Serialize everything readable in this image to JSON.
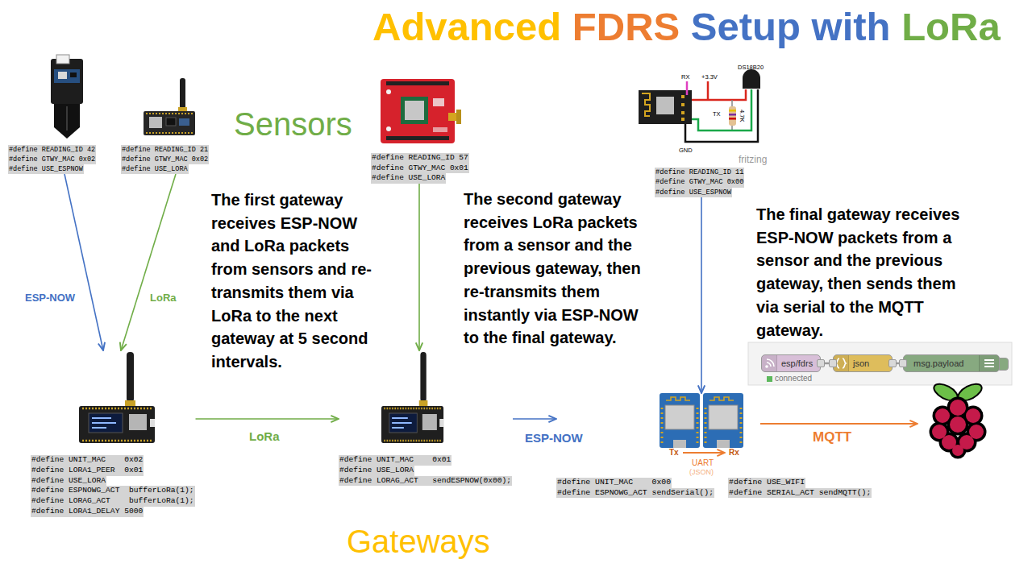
{
  "diagram": {
    "title": "Advanced FDRS Setup with LoRa",
    "nodes": [
      {
        "text": [
          "#define READING_ID 42",
          "#define GTWY_MAC 0x02",
          "#define USE_ESPNOW"
        ]
      },
      {
        "text": [
          "#define READING_ID 21",
          "#define GTWY_MAC 0x02",
          "#define USE_LORA"
        ]
      },
      {
        "text": [
          "#define READING_ID 57",
          "#define GTWY_MAC 0x01",
          "#define USE_LORA"
        ]
      },
      {
        "text": [
          "#define READING_ID 11",
          "#define GTWY_MAC 0x00",
          "#define USE_ESPNOW"
        ]
      },
      {
        "text": [
          "#define UNIT_MAC    0x02",
          "#define LORA1_PEER  0x01",
          "#define USE_LORA",
          "#define ESPNOWG_ACT  bufferLoRa(1);",
          "#define LORAG_ACT    bufferLoRa(1);",
          "#define LORA1_DELAY 5000"
        ]
      },
      {
        "text": [
          "#define UNIT_MAC    0x01",
          "#define USE_LORA",
          "#define LORAG_ACT   sendESPNOW(0x00);"
        ]
      },
      {
        "text": [
          "#define UNIT_MAC    0x00",
          "#define ESPNOWG_ACT sendSerial();"
        ]
      },
      {
        "text": [
          "#define USE_WIFI",
          "#define SERIAL_ACT sendMQTT();"
        ]
      },
      {
        "text": [
          "esp/fdrs",
          "connected"
        ]
      },
      {
        "text": [
          "json"
        ]
      },
      {
        "text": [
          "msg.payload"
        ]
      }
    ],
    "edges": [
      {
        "from": 0,
        "to": 4,
        "arrow": "to",
        "label": "ESP-NOW"
      },
      {
        "from": 1,
        "to": 4,
        "arrow": "to",
        "label": "LoRa"
      },
      {
        "from": 2,
        "to": 5,
        "arrow": "to"
      },
      {
        "from": 3,
        "to": 6,
        "arrow": "to"
      },
      {
        "from": 4,
        "to": 5,
        "arrow": "to",
        "label": "LoRa"
      },
      {
        "from": 5,
        "to": 6,
        "arrow": "to",
        "label": "ESP-NOW"
      },
      {
        "from": 8,
        "to": 9,
        "arrow": "none"
      },
      {
        "from": 9,
        "to": 10,
        "arrow": "none"
      }
    ],
    "labels": [
      "Sensors",
      "The first gateway receives ESP-NOW and LoRa packets from sensors and re-transmits them via LoRa to the next gateway at 5 second intervals.",
      "RX",
      "+3.3V",
      "DS18B20",
      "TX",
      "4.7K",
      "GND",
      "fritzing",
      "The second gateway receives LoRa packets from a sensor and the previous gateway, then re-transmits them instantly via ESP-NOW to the final gateway.",
      "The final gateway receives ESP-NOW packets from a sensor and the previous gateway, then sends them via serial to the MQTT gateway.",
      "Tx",
      "UART",
      "(JSON)",
      "Rx",
      "MQTT",
      "Gateways"
    ]
  }
}
